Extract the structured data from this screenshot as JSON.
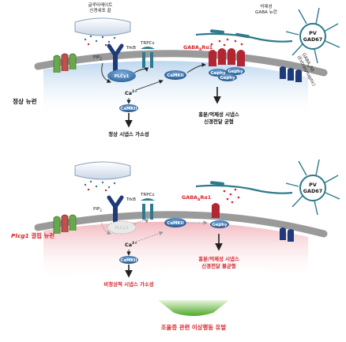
{
  "top": {
    "glutamate_terminal_label": [
      "글루타메이트",
      "신경세포 끝"
    ],
    "trkb": "TrkB",
    "trpcs": "TRPCs",
    "pip2": "PIP",
    "pip2_sub": "2",
    "plcg1": "PLCγ1",
    "camkii_membrane": "CaMKII",
    "ca": "Ca",
    "ca_sup": "2+",
    "camkii_lower": "CaMKII",
    "gaba_a_r": "GABA",
    "gaba_a_r_sub": "A",
    "gaba_a_r_suffix": "Rα1",
    "gephy": "Gephy",
    "inhibitory_neuron_label": [
      "억제성",
      "GABA 뉴런"
    ],
    "pv": "PV",
    "gad67": "GAD67",
    "extrasynaptic_label": [
      "GABA",
      "A",
      "Rδ",
      "(Extrasynaptic)"
    ],
    "neuron_label": "정상 뉴런",
    "balance_label": [
      "흥분/억제성 시냅스",
      "신경전달 균형"
    ],
    "plasticity_label": "정상 시냅스 가소성"
  },
  "bottom": {
    "trkb": "TrkB",
    "trpcs": "TRPCs",
    "pip2": "PIP",
    "pip2_sub": "2",
    "plcg1": "PLCγ1",
    "camkii_membrane": "CaMKII",
    "ca": "Ca",
    "ca_sup": "2+",
    "camkii_lower": "CaMKII",
    "gaba_a_r": "GABA",
    "gaba_a_r_sub": "A",
    "gaba_a_r_suffix": "Rα1",
    "gephy": "Gephy",
    "pv": "PV",
    "gad67": "GAD67",
    "neuron_label_italic": "Plcg1",
    "neuron_label_rest": " 결핍 뉴런",
    "imbalance_label": [
      "흥분/억제성 시냅스",
      "신경전달 불균형"
    ],
    "plasticity_label": "비정상적 시냅스 가소성"
  },
  "outcome": "조울증 관련 이상행동 유발",
  "colors": {
    "membrane": "#8c8c8c",
    "normal_fill": "#dce9f6",
    "deficient_fill": "#f6d9dc",
    "red": "#d8232a",
    "navy": "#1f3a7a",
    "teal": "#2e7a8c",
    "green_arrow": "#5aa832",
    "pill_blue": "#2f6fa8"
  }
}
